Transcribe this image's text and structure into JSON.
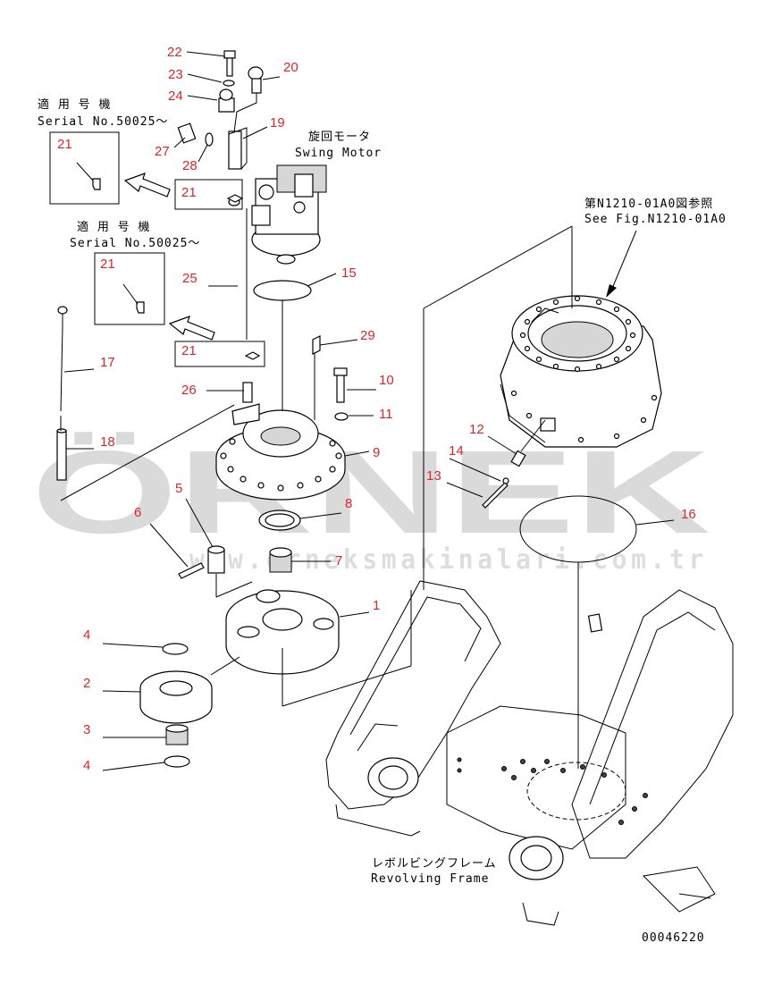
{
  "diagram": {
    "callouts": [
      {
        "id": "c22",
        "text": "22"
      },
      {
        "id": "c23",
        "text": "23"
      },
      {
        "id": "c24",
        "text": "24"
      },
      {
        "id": "c20",
        "text": "20"
      },
      {
        "id": "c19",
        "text": "19"
      },
      {
        "id": "c27",
        "text": "27"
      },
      {
        "id": "c28",
        "text": "28"
      },
      {
        "id": "c21a",
        "text": "21"
      },
      {
        "id": "c21b",
        "text": "21"
      },
      {
        "id": "c21c",
        "text": "21"
      },
      {
        "id": "c21d",
        "text": "21"
      },
      {
        "id": "c25",
        "text": "25"
      },
      {
        "id": "c15",
        "text": "15"
      },
      {
        "id": "c17",
        "text": "17"
      },
      {
        "id": "c29",
        "text": "29"
      },
      {
        "id": "c10",
        "text": "10"
      },
      {
        "id": "c26",
        "text": "26"
      },
      {
        "id": "c11",
        "text": "11"
      },
      {
        "id": "c18",
        "text": "18"
      },
      {
        "id": "c9",
        "text": "9"
      },
      {
        "id": "c12",
        "text": "12"
      },
      {
        "id": "c14",
        "text": "14"
      },
      {
        "id": "c13",
        "text": "13"
      },
      {
        "id": "c5",
        "text": "5"
      },
      {
        "id": "c8",
        "text": "8"
      },
      {
        "id": "c6",
        "text": "6"
      },
      {
        "id": "c16",
        "text": "16"
      },
      {
        "id": "c7",
        "text": "7"
      },
      {
        "id": "c1",
        "text": "1"
      },
      {
        "id": "c4a",
        "text": "4"
      },
      {
        "id": "c2",
        "text": "2"
      },
      {
        "id": "c3",
        "text": "3"
      },
      {
        "id": "c4b",
        "text": "4"
      }
    ],
    "labels": {
      "serial_jp_1": "適 用 号 機",
      "serial_en_1": "Serial No.50025～",
      "serial_jp_2": "適 用 号 機",
      "serial_en_2": "Serial No.50025～",
      "swing_jp": "旋回モータ",
      "swing_en": "Swing Motor",
      "ref_jp": "第N1210-01A0図参照",
      "ref_en": "See Fig.N1210-01A0",
      "frame_jp": "レボルビングフレーム",
      "frame_en": "Revolving Frame",
      "drawing_no": "00046220"
    },
    "watermark": {
      "brand": "ÖRNEK",
      "url": "www.orneksmakinalari.com.tr"
    }
  }
}
